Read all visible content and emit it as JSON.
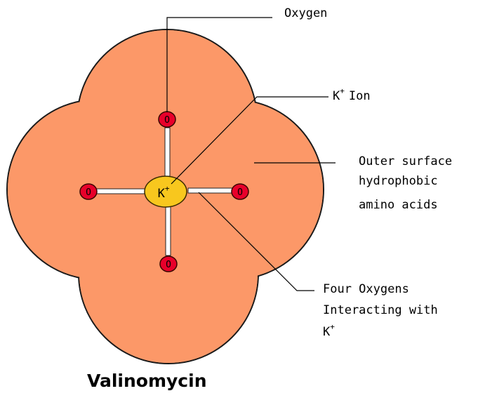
{
  "colors": {
    "body": "#fc9868",
    "body_outline": "#1a1a1a",
    "oxygen": "#e8002a",
    "ion": "#f8c71e",
    "bond": "#ffffff"
  },
  "molecule": {
    "oxygen_symbol": "O",
    "ion_symbol": "K",
    "ion_charge": "+"
  },
  "labels": {
    "oxygen": "Oxygen",
    "ion": "K",
    "ion_charge": "+",
    "ion_word": "Ion",
    "surface_line1": "Outer surface",
    "surface_line2": "hydrophobic",
    "surface_line3": "amino acids",
    "four_line1": "Four Oxygens",
    "four_line2": "Interacting with",
    "four_line3": "K",
    "four_charge": "+"
  },
  "title": "Valinomycin"
}
